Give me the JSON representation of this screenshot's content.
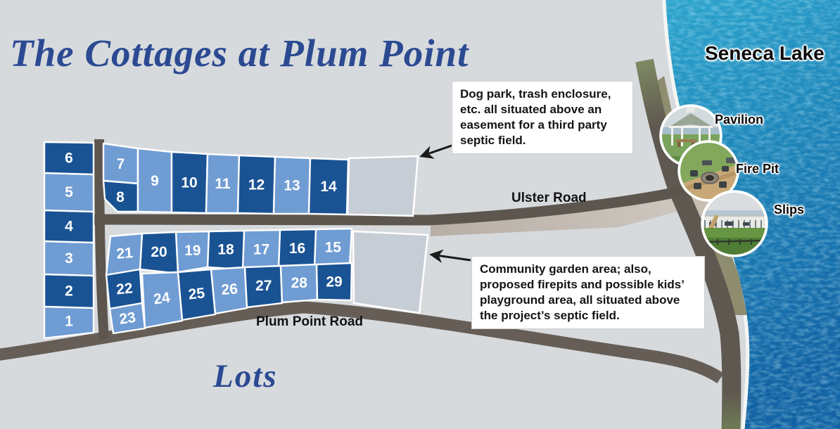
{
  "title": "The Cottages at Plum Point",
  "lots_heading": "Lots",
  "lake": {
    "label": "Seneca Lake"
  },
  "roads": {
    "ulster": "Ulster Road",
    "plum_point": "Plum Point Road"
  },
  "amenities": [
    {
      "id": "pavilion",
      "label": "Pavilion"
    },
    {
      "id": "fire-pit",
      "label": "Fire Pit"
    },
    {
      "id": "slips",
      "label": "Slips"
    }
  ],
  "annotations": [
    {
      "id": "dog-park",
      "text": "Dog park, trash enclosure, etc. all situated above an easement for a third party septic field."
    },
    {
      "id": "community-garden",
      "text": "Community garden area; also, proposed firepits and possible kids’ playground area, all situated above the project’s septic field."
    }
  ],
  "lots": [
    {
      "number": 1,
      "shade": "light"
    },
    {
      "number": 2,
      "shade": "dark"
    },
    {
      "number": 3,
      "shade": "light"
    },
    {
      "number": 4,
      "shade": "dark"
    },
    {
      "number": 5,
      "shade": "light"
    },
    {
      "number": 6,
      "shade": "dark"
    },
    {
      "number": 7,
      "shade": "light"
    },
    {
      "number": 8,
      "shade": "dark"
    },
    {
      "number": 9,
      "shade": "light"
    },
    {
      "number": 10,
      "shade": "dark"
    },
    {
      "number": 11,
      "shade": "light"
    },
    {
      "number": 12,
      "shade": "dark"
    },
    {
      "number": 13,
      "shade": "light"
    },
    {
      "number": 14,
      "shade": "dark"
    },
    {
      "number": 15,
      "shade": "light"
    },
    {
      "number": 16,
      "shade": "dark"
    },
    {
      "number": 17,
      "shade": "light"
    },
    {
      "number": 18,
      "shade": "dark"
    },
    {
      "number": 19,
      "shade": "light"
    },
    {
      "number": 20,
      "shade": "dark"
    },
    {
      "number": 21,
      "shade": "light"
    },
    {
      "number": 22,
      "shade": "dark"
    },
    {
      "number": 23,
      "shade": "light"
    },
    {
      "number": 24,
      "shade": "light"
    },
    {
      "number": 25,
      "shade": "dark"
    },
    {
      "number": 26,
      "shade": "light"
    },
    {
      "number": 27,
      "shade": "dark"
    },
    {
      "number": 28,
      "shade": "light"
    },
    {
      "number": 29,
      "shade": "dark"
    }
  ],
  "colors": {
    "lot_dark": "#1a5394",
    "lot_light": "#6f9cd3",
    "parcel_gray": "#c6cdd5",
    "road": "#5f5850",
    "road_shadow": "#c3bab0",
    "land": "#d7dadd",
    "water": "#1e86ba",
    "title_blue": "#2b4a92"
  }
}
